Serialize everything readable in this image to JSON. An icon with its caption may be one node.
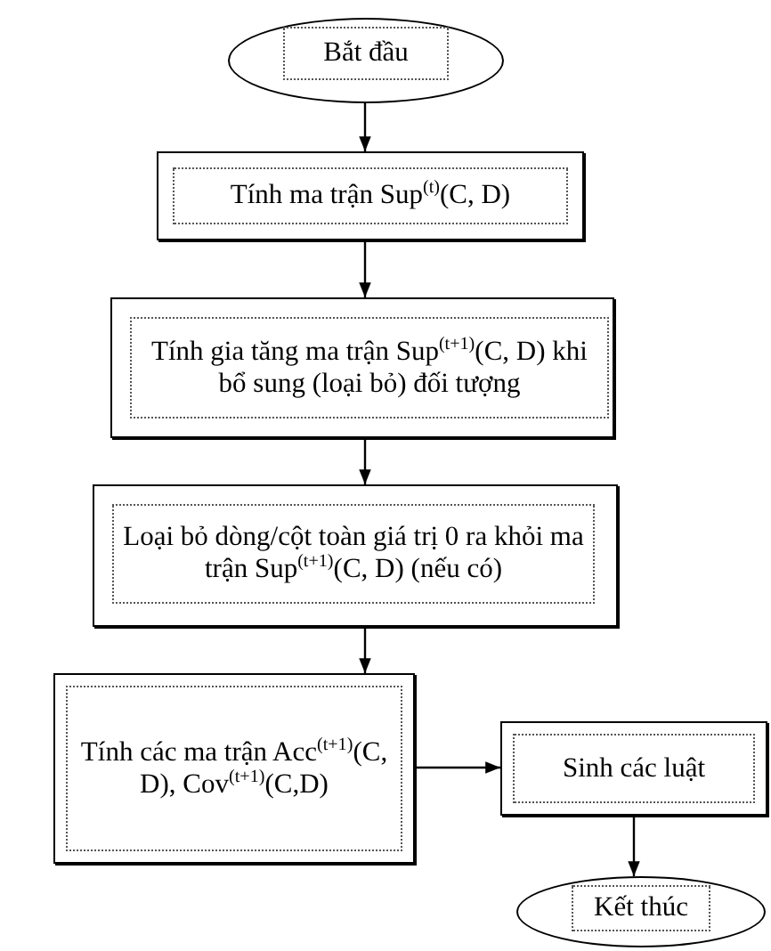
{
  "diagram": {
    "nodes": [
      {
        "text": [
          "Bắt đầu"
        ]
      },
      {
        "text": [
          "Tính ma trận Sup$^{(t)}$(C, D)"
        ]
      },
      {
        "text": [
          "Tính gia tăng ma trận Sup$^{(t+1)}$(C, D) khi bổ sung (loại bỏ) đối tượng"
        ]
      },
      {
        "text": [
          "Loại bỏ dòng/cột toàn giá trị 0 ra khỏi ma trận Sup$^{(t+1)}$(C, D) (nếu có)"
        ]
      },
      {
        "text": [
          "Tính các ma trận Acc$^{(t+1)}$(C, D), Cov$^{(t+1)}$(C,D)"
        ]
      },
      {
        "text": [
          "Sinh các luật"
        ]
      },
      {
        "text": [
          "Kết thúc"
        ]
      }
    ],
    "edges": [
      {
        "from": 0,
        "to": 1,
        "arrow": "to"
      },
      {
        "from": 1,
        "to": 2,
        "arrow": "to"
      },
      {
        "from": 2,
        "to": 3,
        "arrow": "to"
      },
      {
        "from": 3,
        "to": 4,
        "arrow": "to"
      },
      {
        "from": 4,
        "to": 5,
        "arrow": "to"
      },
      {
        "from": 5,
        "to": 6,
        "arrow": "to"
      }
    ]
  }
}
